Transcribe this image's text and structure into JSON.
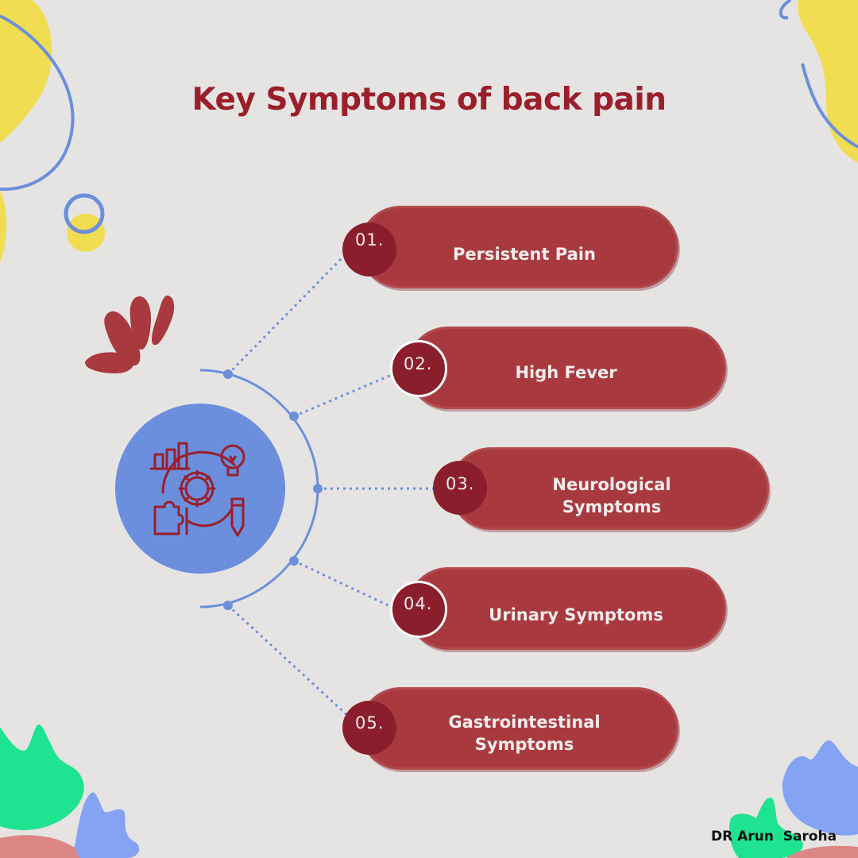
{
  "title": "Key Symptoms of back pain",
  "items": [
    {
      "number": "01.",
      "label": "Persistent Pain"
    },
    {
      "number": "02.",
      "label": "High Fever"
    },
    {
      "number": "03.",
      "label": "Neurological Symptoms"
    },
    {
      "number": "04.",
      "label": "Urinary Symptoms"
    },
    {
      "number": "05.",
      "label": "Gastrointestinal Symptoms"
    }
  ],
  "credit": "DR Arun  Saroha",
  "colors": {
    "background": "#e6e4e3",
    "title": "#9a1f2b",
    "pill": "#a83a3f",
    "badge": "#8b1e2c",
    "hub": "#6b8fdc",
    "connector": "#6b8fdc",
    "yellow_blob": "#f1dd52",
    "green_blob": "#1ee38f",
    "blue_blob": "#84a3f2",
    "pink_blob": "#dc8585"
  },
  "icons": {
    "hub": "strategy-gear-bulb-icon"
  }
}
